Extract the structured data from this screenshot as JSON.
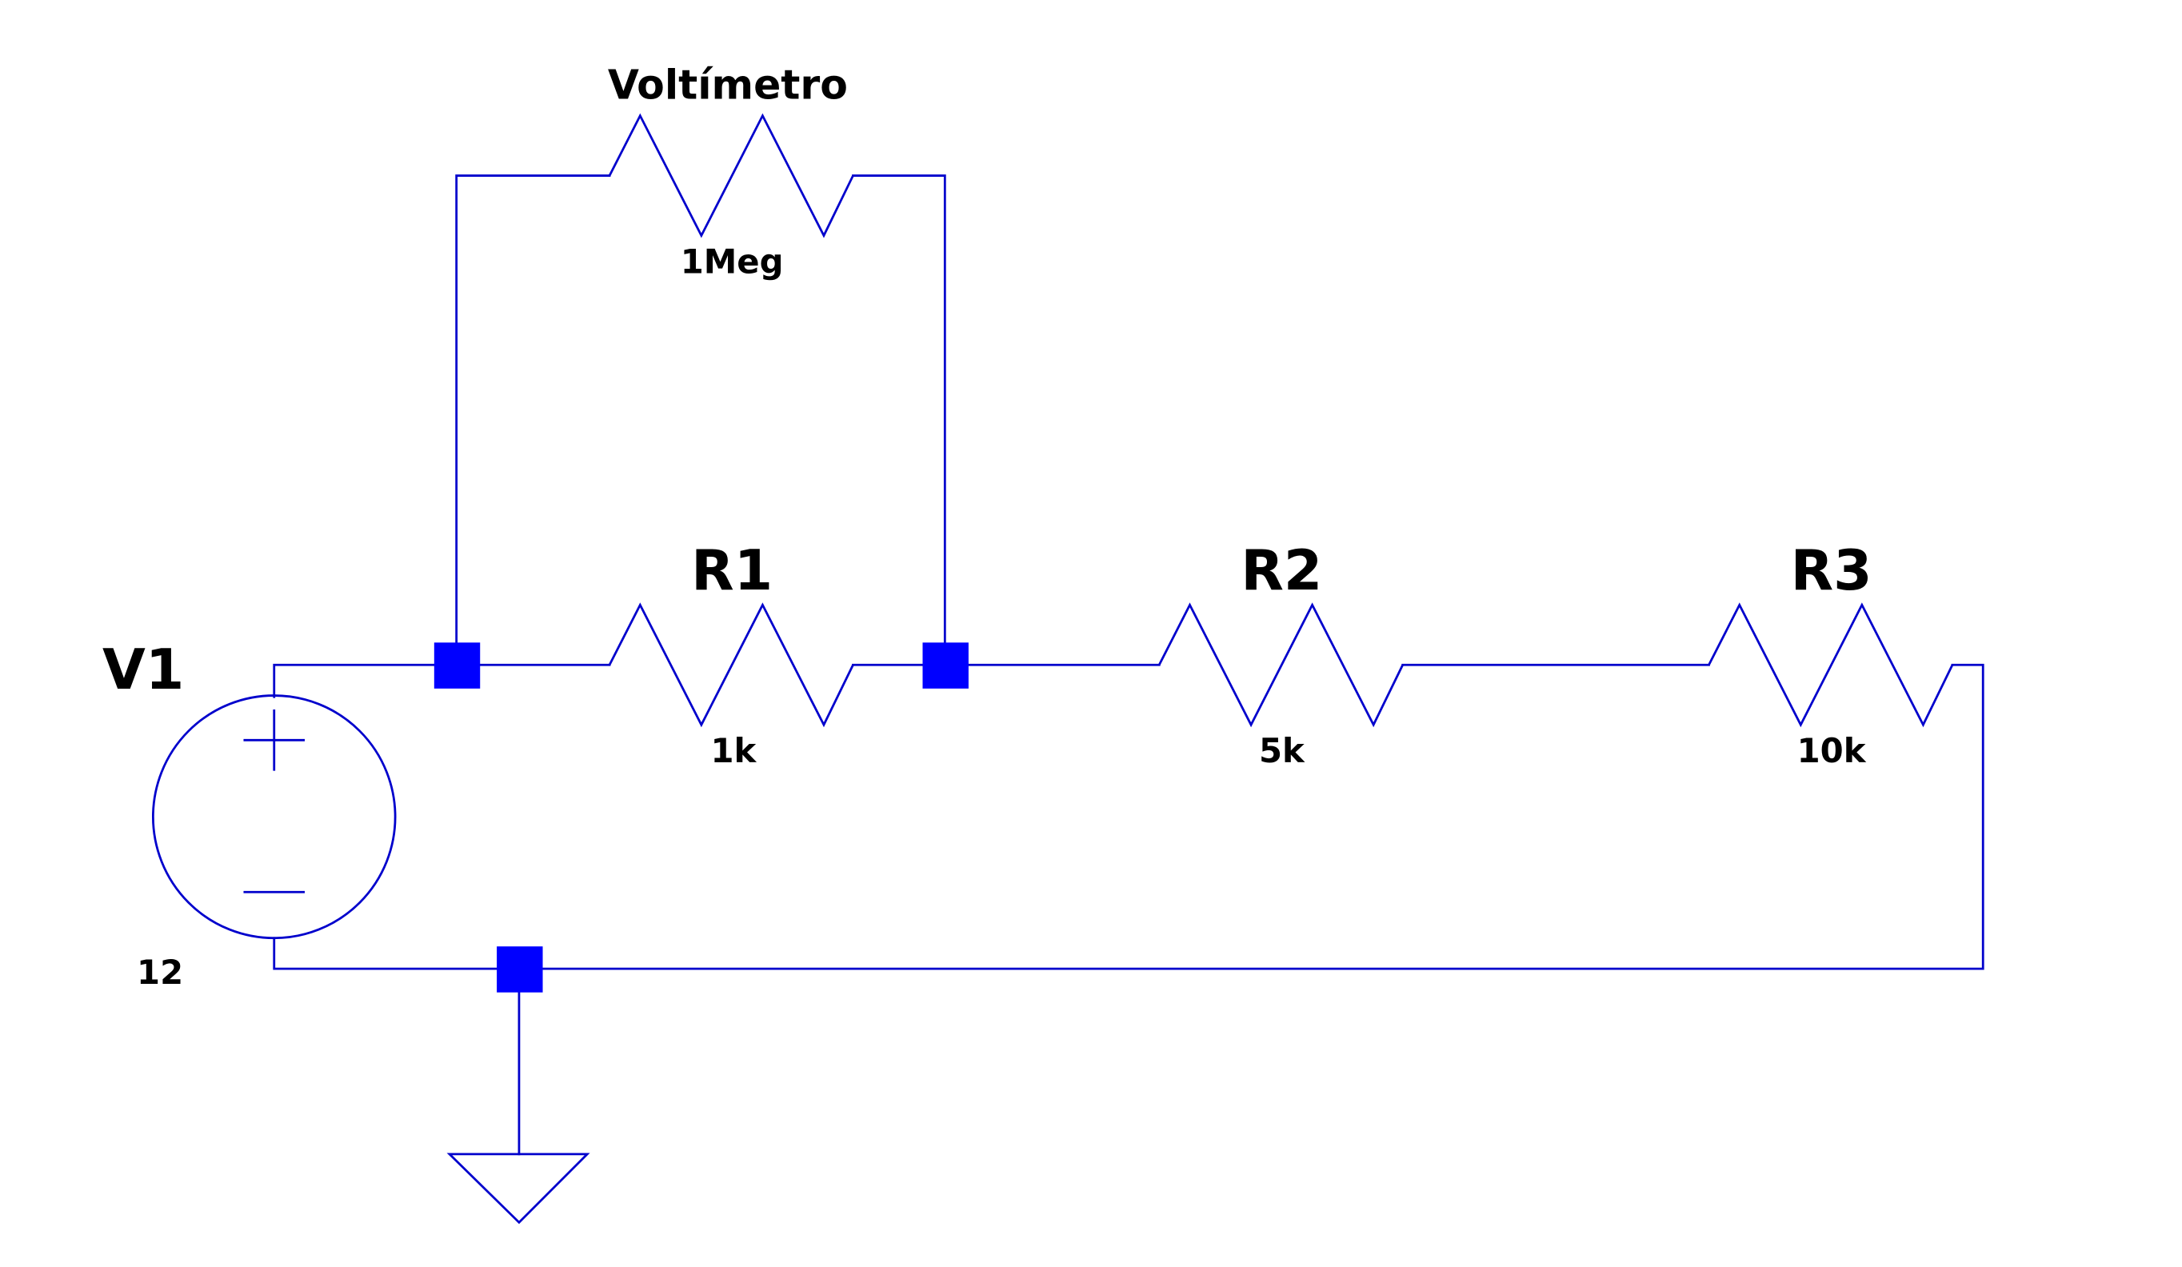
{
  "schematic": {
    "colors": {
      "wire": "#0000cc",
      "junction": "#0000ff",
      "text": "#000000",
      "background": "#ffffff"
    },
    "components": {
      "voltmeter": {
        "name": "Voltímetro",
        "value": "1Meg",
        "symbol": "resistor-icon"
      },
      "r1": {
        "name": "R1",
        "value": "1k",
        "symbol": "resistor-icon"
      },
      "r2": {
        "name": "R2",
        "value": "5k",
        "symbol": "resistor-icon"
      },
      "r3": {
        "name": "R3",
        "value": "10k",
        "symbol": "resistor-icon"
      },
      "v1": {
        "name": "V1",
        "value": "12",
        "symbol": "voltage-source-icon"
      },
      "ground": {
        "symbol": "ground-icon"
      }
    }
  }
}
